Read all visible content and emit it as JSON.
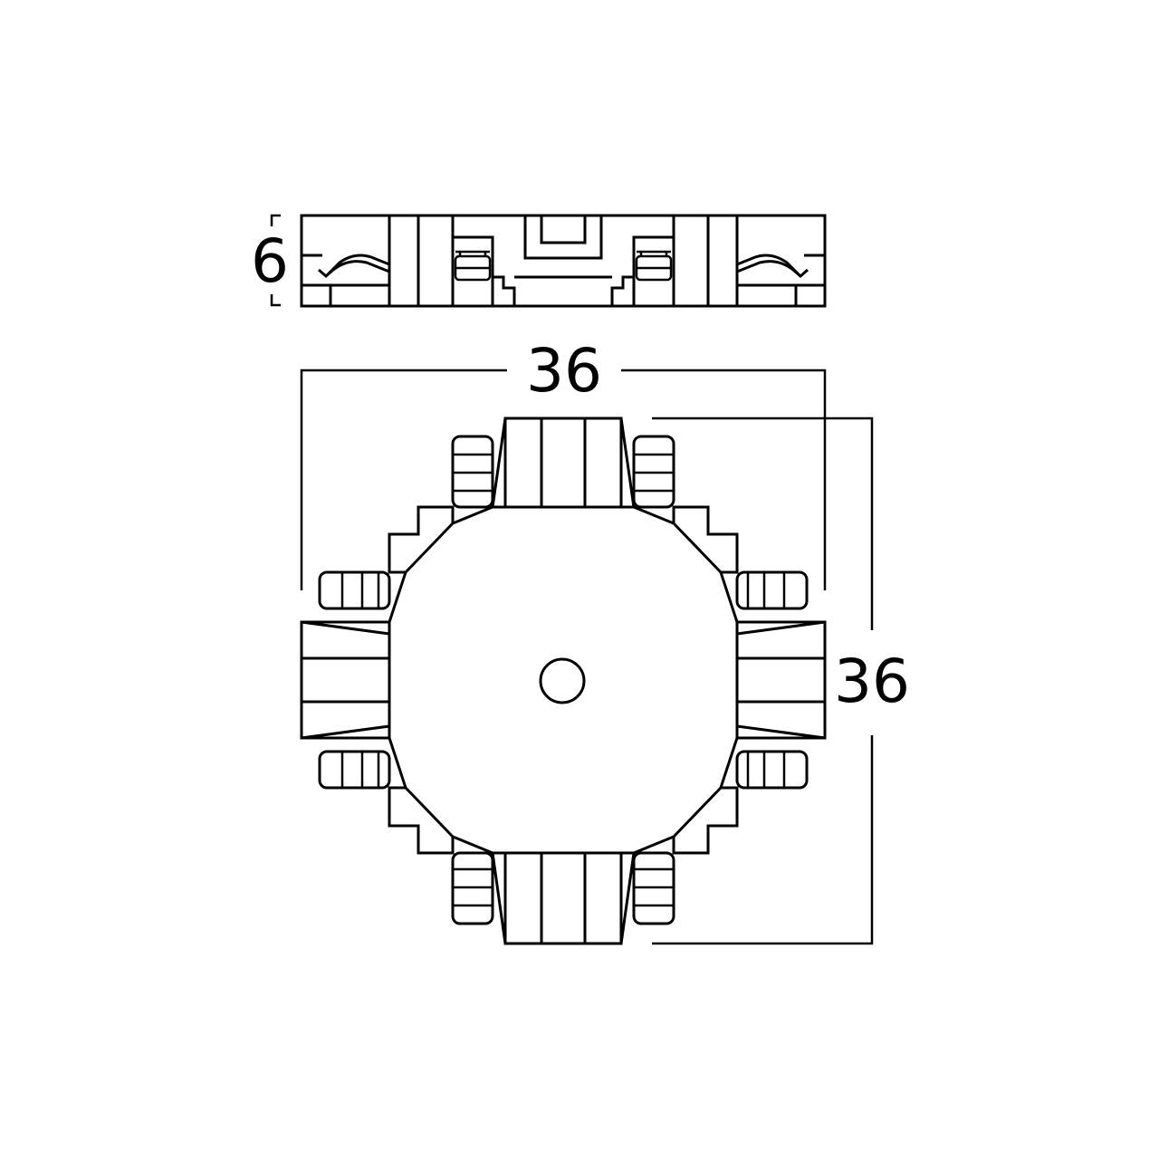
{
  "dimensions": {
    "height": "6",
    "width": "36",
    "depth": "36"
  },
  "colors": {
    "line": "#000000",
    "background": "#ffffff"
  }
}
